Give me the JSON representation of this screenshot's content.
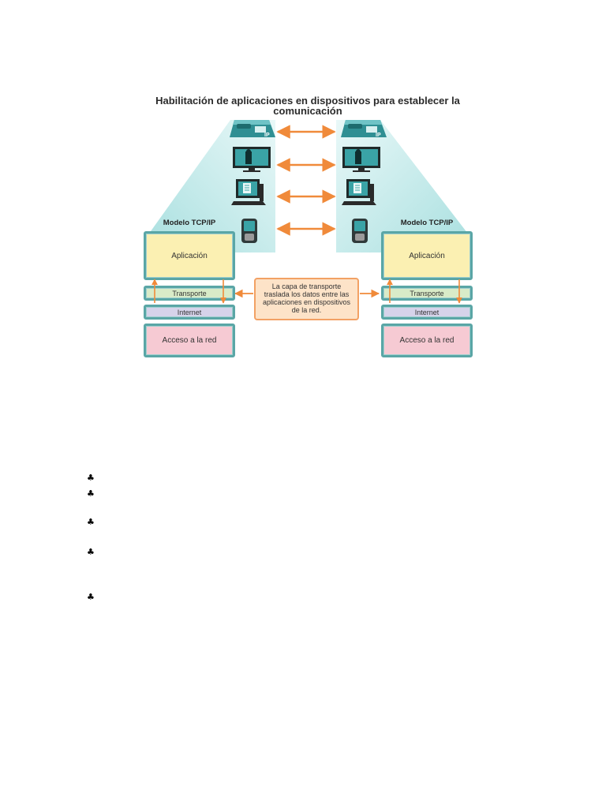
{
  "diagram": {
    "title_line1": "Habilitación de aplicaciones en dispositivos para establecer la",
    "title_line2": "comunicación",
    "left_stack": {
      "label": "Modelo TCP/IP",
      "layers": [
        "Aplicación",
        "Transporte",
        "Internet",
        "Acceso a la red"
      ]
    },
    "right_stack": {
      "label": "Modelo TCP/IP",
      "layers": [
        "Aplicación",
        "Transporte",
        "Internet",
        "Acceso a la red"
      ]
    },
    "callout": {
      "line1": "La capa de transporte",
      "line2": "traslada los datos entre las",
      "line3": "aplicaciones en dispositivos",
      "line4": "de la red."
    },
    "devices": [
      "ip-phone-icon",
      "video-monitor-icon",
      "computer-icon",
      "pda-icon"
    ],
    "colors": {
      "beam": "#bfe9e9",
      "arrow": "#f08a3a",
      "device": "#2f8f93",
      "layer_border": "#5aa6a6",
      "application": "#fbf0b2",
      "transport": "#d9ebc8",
      "internet": "#d6d3ea",
      "network_access": "#f6cad3",
      "callout_bg": "#fde3c8",
      "callout_border": "#f2a164"
    }
  },
  "bullets": {
    "symbol": "♣",
    "items": [
      "",
      "",
      "",
      "",
      ""
    ]
  }
}
